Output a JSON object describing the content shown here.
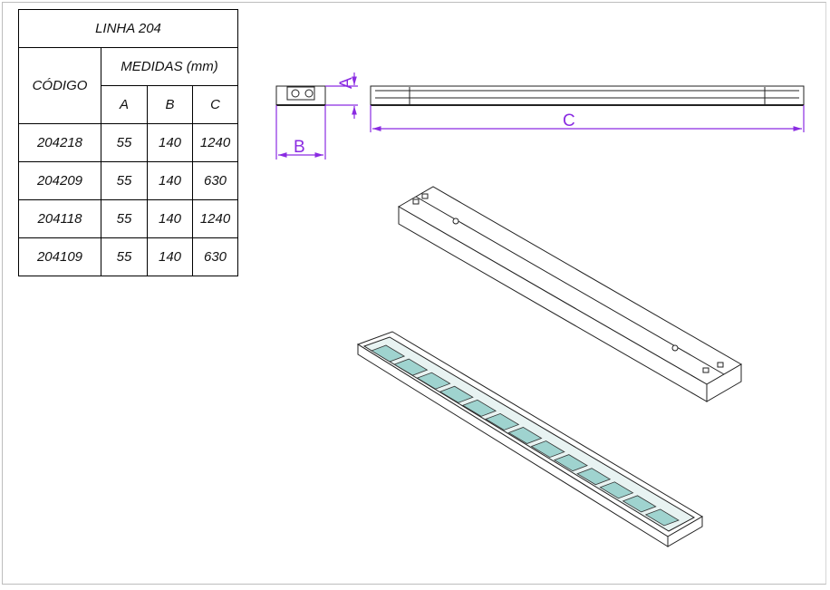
{
  "table": {
    "title": "LINHA 204",
    "code_header": "CÓDIGO",
    "measures_header": "MEDIDAS (mm)",
    "columns": [
      "A",
      "B",
      "C"
    ],
    "rows": [
      {
        "code": "204218",
        "a": "55",
        "b": "140",
        "c": "1240"
      },
      {
        "code": "204209",
        "a": "55",
        "b": "140",
        "c": "630"
      },
      {
        "code": "204118",
        "a": "55",
        "b": "140",
        "c": "1240"
      },
      {
        "code": "204109",
        "a": "55",
        "b": "140",
        "c": "630"
      }
    ]
  },
  "drawing": {
    "dim_a": "A",
    "dim_b": "B",
    "dim_c": "C",
    "dimension_color": "#8a2be2",
    "louver_color": "#9fd3cf"
  }
}
